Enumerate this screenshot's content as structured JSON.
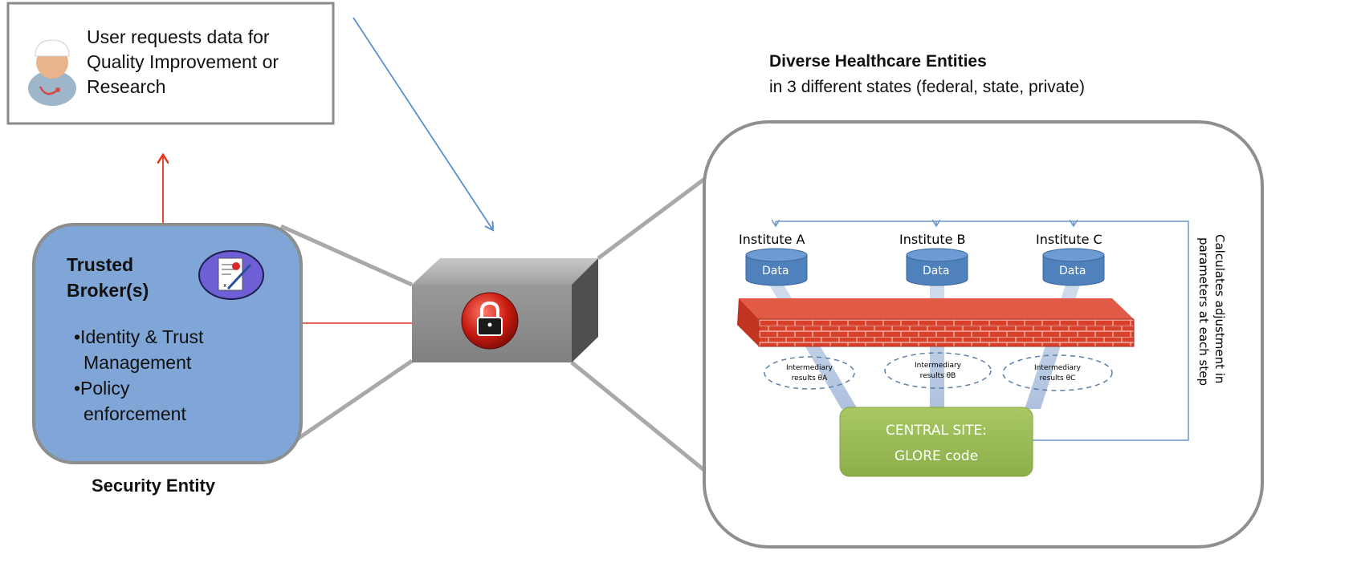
{
  "user_box": {
    "lines": [
      "User requests data  for",
      "Quality Improvement or",
      "Research"
    ]
  },
  "entities": {
    "title": "Diverse Healthcare Entities",
    "subtitle": "in 3 different states (federal, state, private)"
  },
  "broker": {
    "title_lines": [
      "Trusted",
      "Broker(s)"
    ],
    "bullet_lines": [
      "•Identity & Trust",
      "Management",
      "•Policy",
      "enforcement"
    ],
    "caption": "Security Entity"
  },
  "institutes": [
    {
      "name": "Institute A",
      "db_label": "Data",
      "result_lines": [
        "Intermediary",
        "results θA"
      ]
    },
    {
      "name": "Institute B",
      "db_label": "Data",
      "result_lines": [
        "Intermediary",
        "results θB"
      ]
    },
    {
      "name": "Institute C",
      "db_label": "Data",
      "result_lines": [
        "Intermediary",
        "results θC"
      ]
    }
  ],
  "central_site": {
    "lines": [
      "CENTRAL SITE:",
      "GLORE code"
    ]
  },
  "side_note": {
    "lines": [
      "Calculates adjustment in",
      "parameters at each step"
    ]
  },
  "colors": {
    "broker_fill": "#7fa6d6",
    "database": "#4f81bd",
    "central_site": "#9bbb59",
    "firewall": "#d83b2a",
    "request_arrow": "#5a8fd0",
    "return_arrow": "#e8321e",
    "link_line": "#d9341f",
    "gateway": "#8c8c8c"
  },
  "icons": [
    "user-doctor-icon",
    "certificate-icon",
    "lock-icon",
    "firewall-icon",
    "database-icon"
  ]
}
